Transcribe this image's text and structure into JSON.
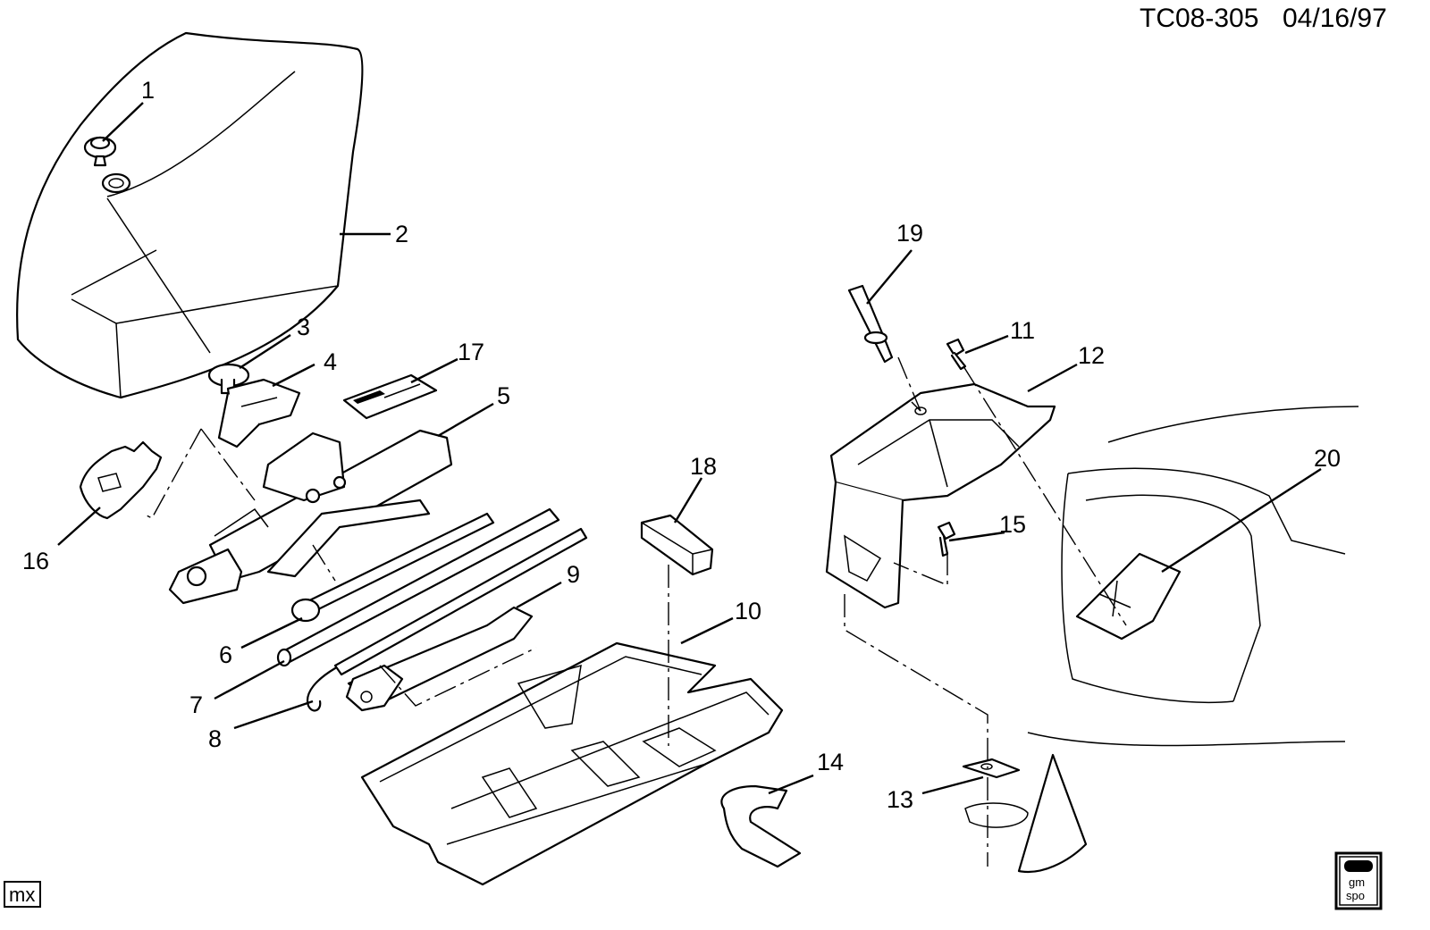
{
  "diagram": {
    "reference_code": "TC08-305",
    "date": "04/16/97",
    "corner_tag": "mx",
    "logo_text": [
      "gm",
      "spo"
    ],
    "callouts": [
      "1",
      "2",
      "3",
      "4",
      "5",
      "6",
      "7",
      "8",
      "9",
      "10",
      "11",
      "12",
      "13",
      "14",
      "15",
      "16",
      "17",
      "18",
      "19",
      "20"
    ]
  }
}
